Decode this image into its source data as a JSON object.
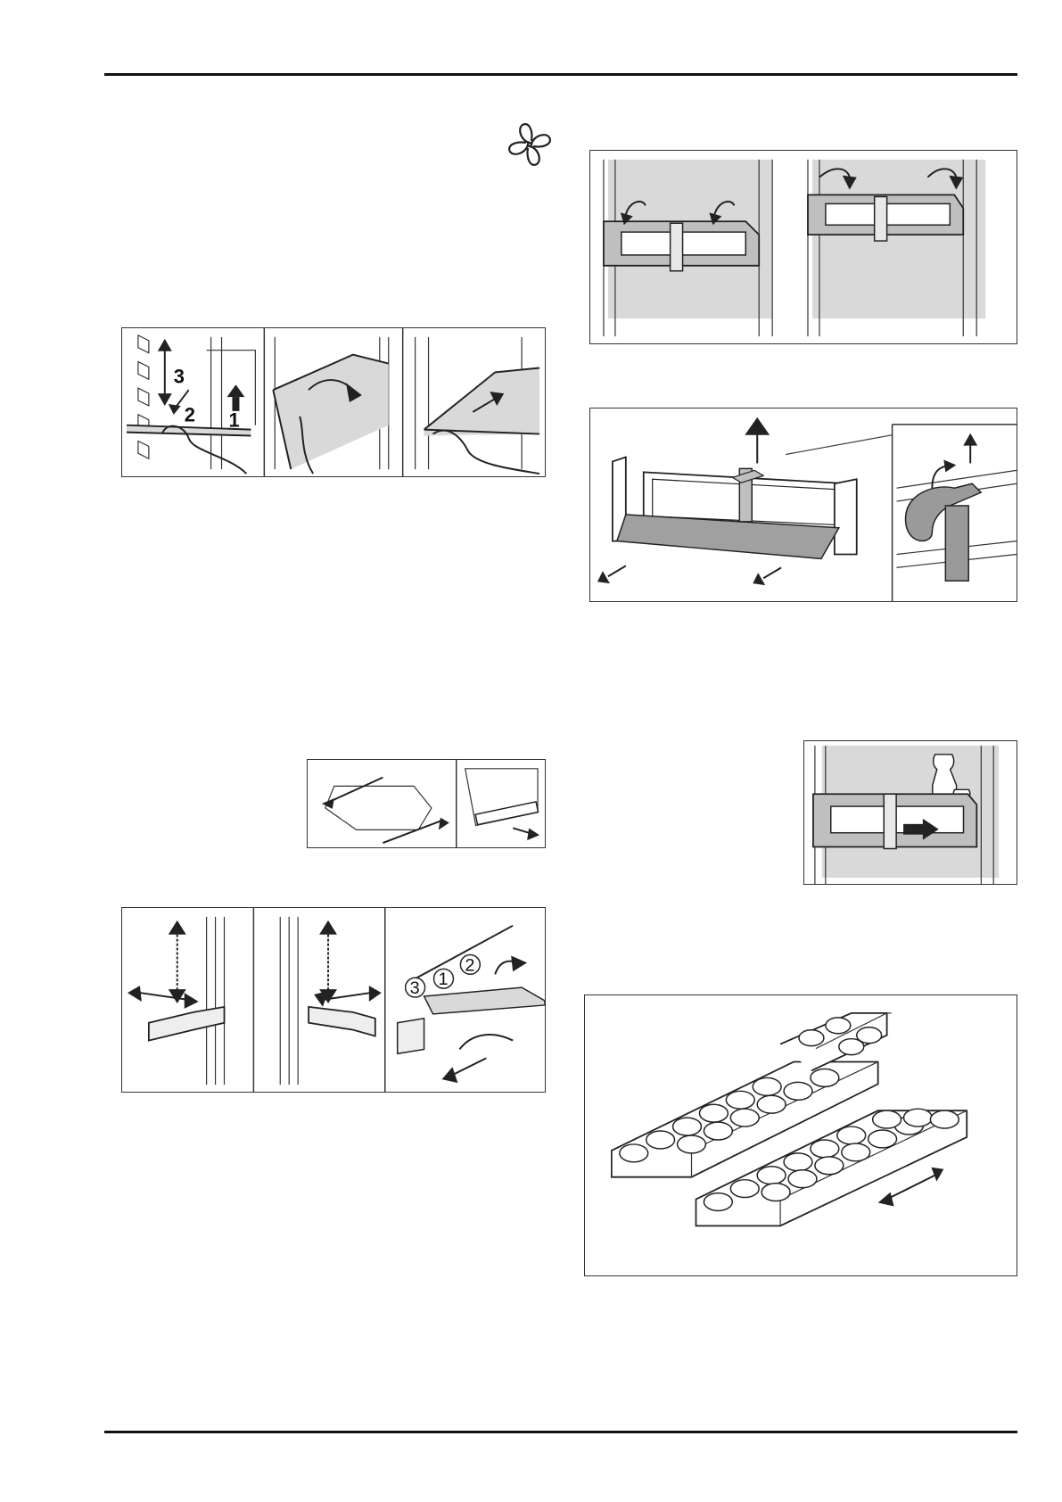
{
  "page": {
    "header_rule": true,
    "footer_rule": true
  },
  "icons": {
    "fan": "fan-icon"
  },
  "figures": {
    "shelf_removal": {
      "labels": [
        "3",
        "2",
        "1"
      ]
    },
    "shelf_rail_removal": {
      "labels": [
        "3",
        "1",
        "2"
      ]
    }
  }
}
